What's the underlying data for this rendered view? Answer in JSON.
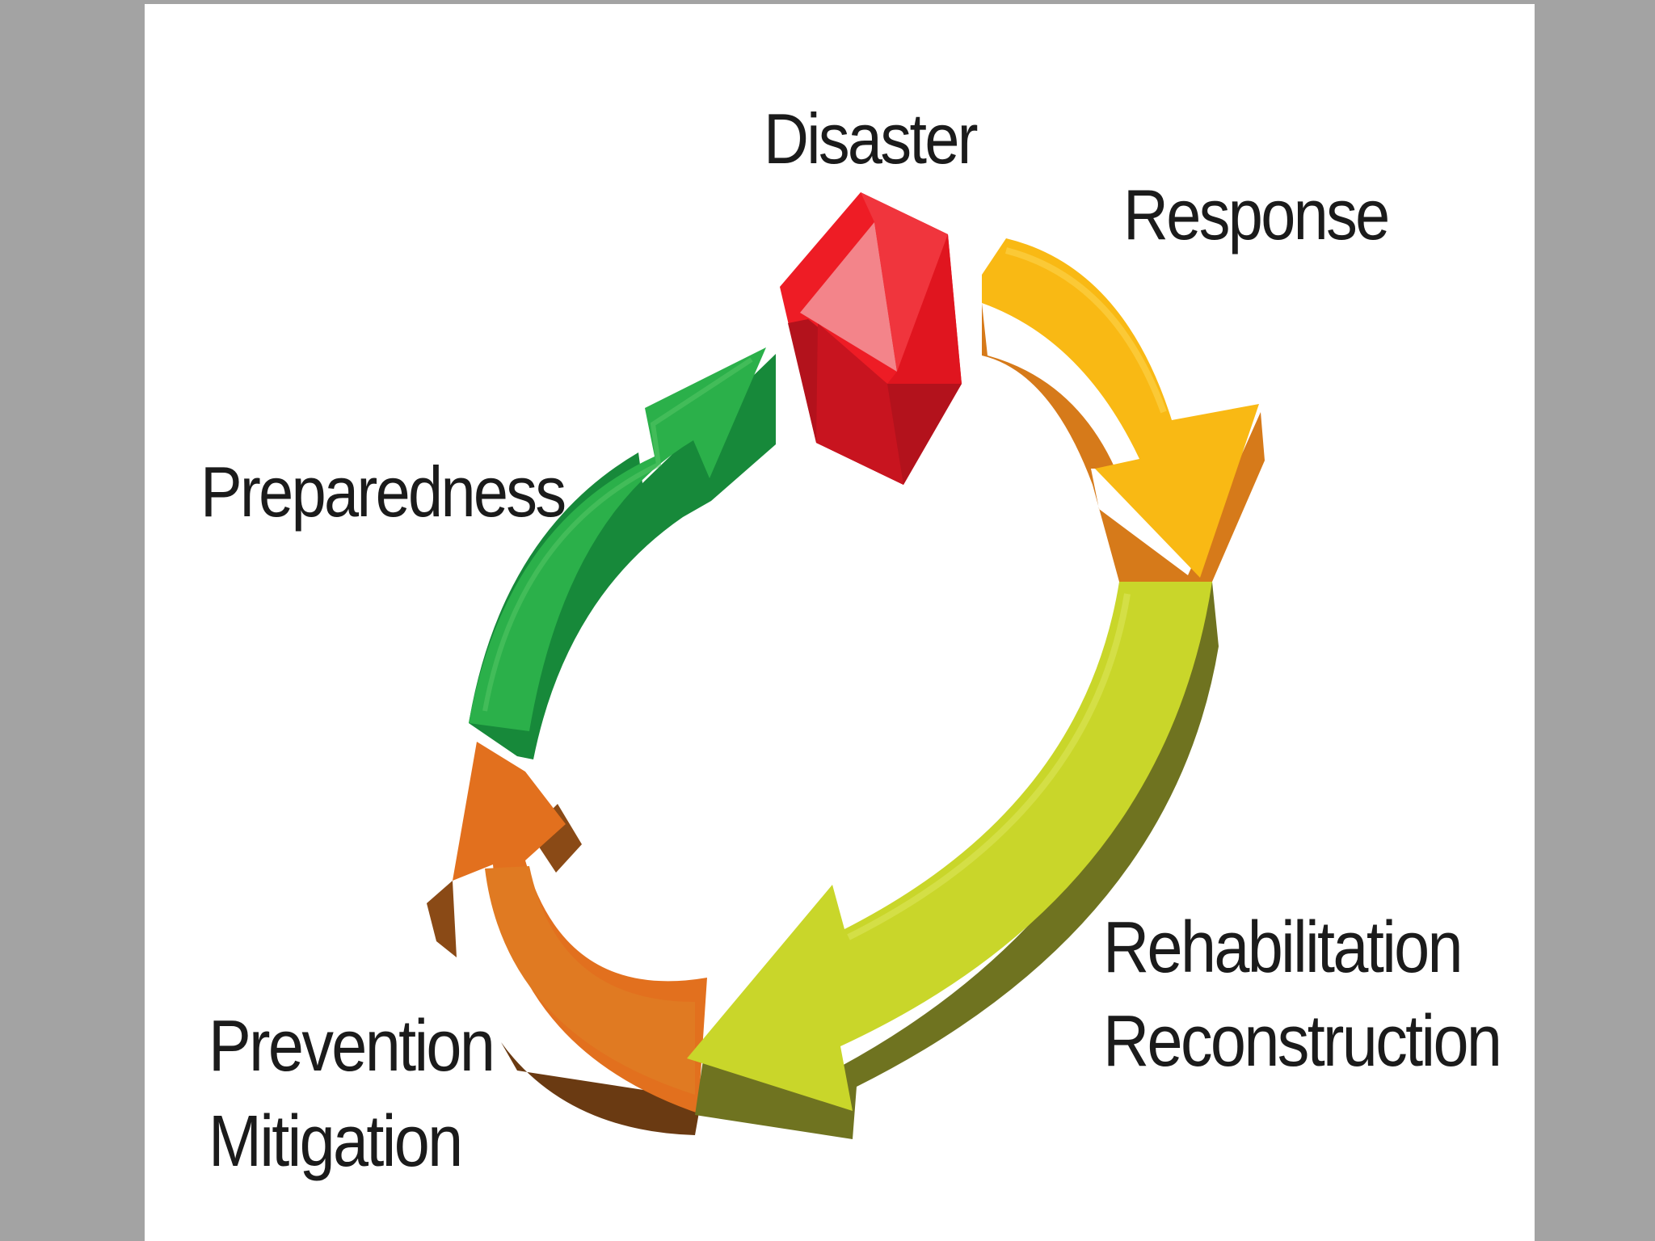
{
  "diagram": {
    "nodes": [
      {
        "id": "disaster",
        "label": "Disaster",
        "shape": "hexagon-gem",
        "color": "#ee1c25"
      },
      {
        "id": "response",
        "label": "Response",
        "color": "#f9b914"
      },
      {
        "id": "rehab",
        "label_lines": [
          "Rehabilitation",
          "Reconstruction"
        ],
        "color": "#c9d62a"
      },
      {
        "id": "prevention",
        "label_lines": [
          "Prevention",
          "Mitigation"
        ],
        "color": "#e2701e"
      },
      {
        "id": "preparedness",
        "label": "Preparedness",
        "color": "#2bb04a"
      }
    ],
    "edges": [
      {
        "from": "disaster",
        "to": "response"
      },
      {
        "from": "response",
        "to": "rehab"
      },
      {
        "from": "rehab",
        "to": "prevention"
      },
      {
        "from": "prevention",
        "to": "preparedness"
      },
      {
        "from": "preparedness",
        "to": "disaster"
      }
    ],
    "colors": {
      "page_border": "#a3a3a3",
      "page_background": "#ffffff",
      "text": "#1b1b1b"
    }
  }
}
